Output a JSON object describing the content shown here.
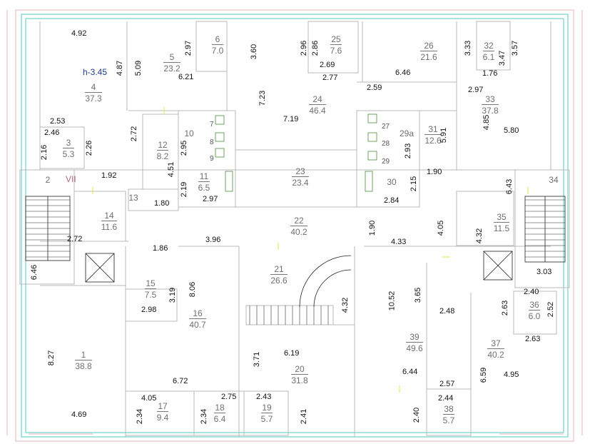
{
  "plan": {
    "height_mark": "h-3.45",
    "axis_marks": [
      "VII"
    ],
    "rooms": [
      {
        "num": "2",
        "area": ""
      },
      {
        "num": "3",
        "area": "5.3"
      },
      {
        "num": "4",
        "area": "37.3"
      },
      {
        "num": "5",
        "area": "23.2"
      },
      {
        "num": "6",
        "area": "7.0"
      },
      {
        "num": "10",
        "area": ""
      },
      {
        "num": "11",
        "area": "6.5"
      },
      {
        "num": "12",
        "area": "8.2"
      },
      {
        "num": "13",
        "area": ""
      },
      {
        "num": "14",
        "area": "11.6"
      },
      {
        "num": "15",
        "area": "7.5"
      },
      {
        "num": "16",
        "area": "40.7"
      },
      {
        "num": "1",
        "area": "38.8"
      },
      {
        "num": "17",
        "area": "9.4"
      },
      {
        "num": "18",
        "area": "6.4"
      },
      {
        "num": "19",
        "area": "5.7"
      },
      {
        "num": "20",
        "area": "31.8"
      },
      {
        "num": "21",
        "area": "26.6"
      },
      {
        "num": "22",
        "area": "40.2"
      },
      {
        "num": "23",
        "area": "23.4"
      },
      {
        "num": "24",
        "area": "46.4"
      },
      {
        "num": "25",
        "area": "7.6"
      },
      {
        "num": "26",
        "area": "21.6"
      },
      {
        "num": "32",
        "area": "6.1"
      },
      {
        "num": "33",
        "area": "37.8"
      },
      {
        "num": "29a",
        "area": ""
      },
      {
        "num": "31",
        "area": "12.6"
      },
      {
        "num": "30",
        "area": ""
      },
      {
        "num": "34",
        "area": ""
      },
      {
        "num": "35",
        "area": "11.5"
      },
      {
        "num": "36",
        "area": "6.0"
      },
      {
        "num": "37",
        "area": "40.2"
      },
      {
        "num": "38",
        "area": "5.7"
      },
      {
        "num": "39",
        "area": "49.6"
      }
    ],
    "fixture_numbers": [
      "7",
      "8",
      "9",
      "27",
      "28",
      "29"
    ],
    "dimensions": [
      "4.92",
      "4.87",
      "5.09",
      "2.97",
      "6.21",
      "3.60",
      "2.96",
      "2.86",
      "2.69",
      "2.77",
      "6.46",
      "3.33",
      "3.47",
      "3.57",
      "1.76",
      "2.59",
      "2.97",
      "7.23",
      "7.19",
      "4.85",
      "5.80",
      "2.53",
      "2.46",
      "2.16",
      "2.26",
      "2.72",
      "2.95",
      "4.51",
      "2.93",
      "5.91",
      "1.92",
      "2.19",
      "2.97",
      "1.80",
      "1.90",
      "6.43",
      "2.15",
      "2.84",
      "4.05",
      "1.90",
      "4.33",
      "4.32",
      "2.72",
      "1.86",
      "3.96",
      "6.46",
      "3.03",
      "3.19",
      "8.06",
      "2.98",
      "4.32",
      "10.52",
      "3.65",
      "2.48",
      "2.40",
      "2.63",
      "2.52",
      "2.63",
      "8.27",
      "3.71",
      "6.19",
      "6.59",
      "4.95",
      "6.72",
      "6.44",
      "2.57",
      "4.05",
      "2.75",
      "2.43",
      "2.44",
      "2.34",
      "2.34",
      "2.41",
      "2.40",
      "4.69"
    ]
  }
}
